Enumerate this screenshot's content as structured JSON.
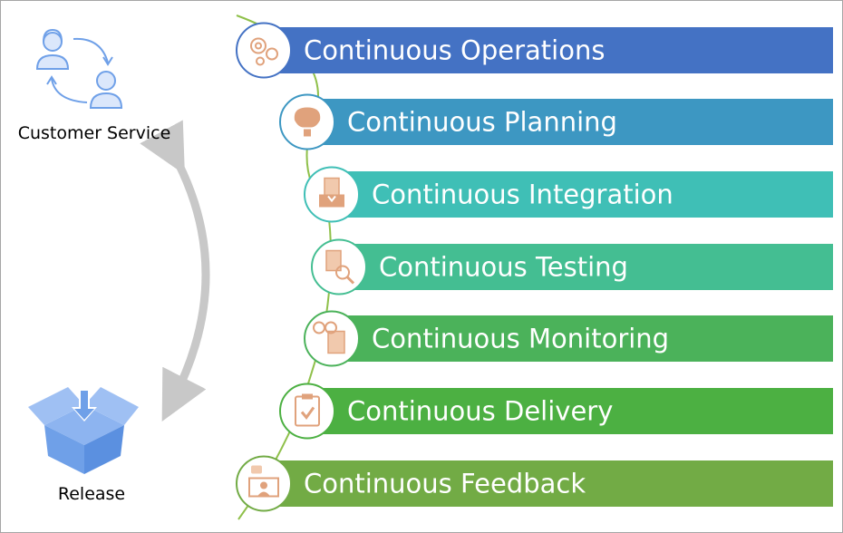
{
  "stages": [
    {
      "label": "Continuous Operations",
      "color": "#4472c4",
      "icon": "gears-icon"
    },
    {
      "label": "Continuous Planning",
      "color": "#3d97c2",
      "icon": "brain-bulb-icon"
    },
    {
      "label": "Continuous Integration",
      "color": "#3fbfb6",
      "icon": "document-inbox-icon"
    },
    {
      "label": "Continuous Testing",
      "color": "#44be92",
      "icon": "magnifier-document-icon"
    },
    {
      "label": "Continuous Monitoring",
      "color": "#4bb25a",
      "icon": "glasses-document-icon"
    },
    {
      "label": "Continuous Delivery",
      "color": "#4cb042",
      "icon": "clipboard-check-icon"
    },
    {
      "label": "Continuous Feedback",
      "color": "#72ab45",
      "icon": "presenter-icon"
    }
  ],
  "customer_service": {
    "label": "Customer Service",
    "icon": "customer-service-icon"
  },
  "release": {
    "label": "Release",
    "icon": "release-box-icon"
  },
  "colors": {
    "icon_orange": "#e0a27c",
    "icon_blue": "#6fa0e8",
    "spine_green": "#8fc04a",
    "arrow_gray": "#c8c8c8"
  }
}
